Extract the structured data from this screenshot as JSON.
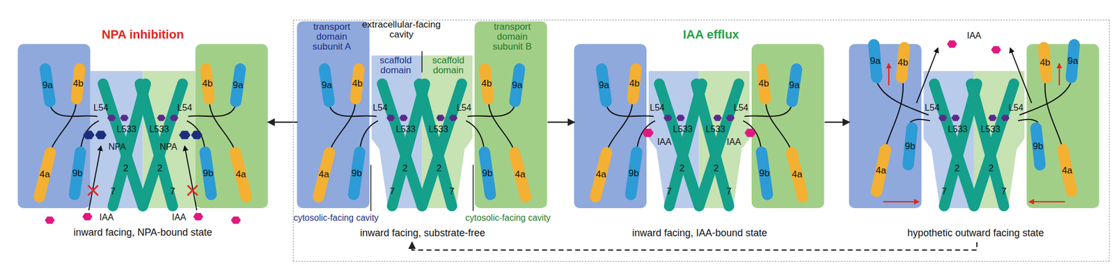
{
  "diagram": {
    "nodes": [
      {
        "text": [
          "NPA inhibition",
          "inward facing, NPA-bound state"
        ]
      },
      {
        "text": [
          "IAA efflux"
        ]
      },
      {
        "text": [
          "inward facing, substrate-free"
        ],
        "in": 1
      },
      {
        "text": [
          "inward facing, IAA-bound state"
        ],
        "in": 1
      },
      {
        "text": [
          "hypothetic outward facing state"
        ],
        "in": 1
      }
    ],
    "edges": [
      {
        "from": 2,
        "to": 0,
        "arrow": "to"
      },
      {
        "from": 2,
        "to": 3,
        "arrow": "to"
      },
      {
        "from": 3,
        "to": 4,
        "arrow": "to"
      },
      {
        "from": 4,
        "to": 2,
        "arrow": "to"
      }
    ],
    "labels": [
      "9a",
      "4b",
      "4a",
      "9b",
      "L54",
      "L533",
      "2",
      "7",
      "9a",
      "4b",
      "4a",
      "9b",
      "L54",
      "L533",
      "2",
      "7",
      "NPA",
      "NPA",
      "IAA",
      "IAA",
      "transport domain subunit A",
      "extracellular-facing cavity",
      "scaffold domain",
      "scaffold domain",
      "transport domain subunit B",
      "9a",
      "4b",
      "4a",
      "9b",
      "L54",
      "L533",
      "2",
      "7",
      "9a",
      "4b",
      "4a",
      "9b",
      "L54",
      "L533",
      "2",
      "7",
      "cytosolic-facing cavity",
      "cytosolic-facing cavity",
      "9a",
      "4b",
      "4a",
      "9b",
      "L54",
      "L533",
      "2",
      "7",
      "9a",
      "4b",
      "4a",
      "9b",
      "L54",
      "L533",
      "2",
      "7",
      "IAA",
      "IAA",
      "IAA",
      "9a",
      "4b",
      "4a",
      "9b",
      "L54",
      "L533",
      "2",
      "7",
      "9a",
      "4b",
      "4a",
      "9b",
      "L54",
      "L533",
      "2",
      "7"
    ]
  }
}
